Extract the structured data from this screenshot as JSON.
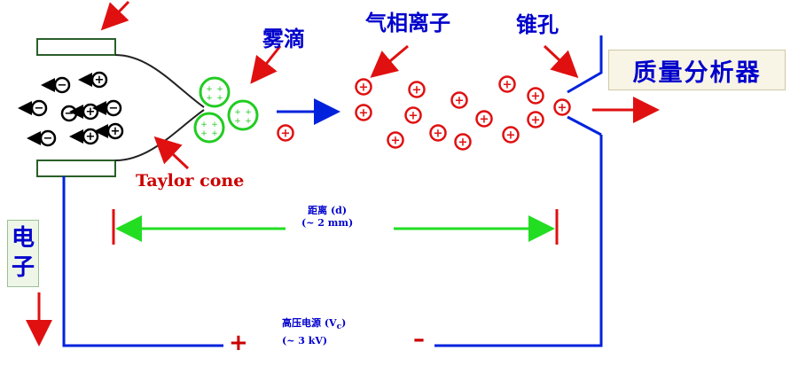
{
  "labels": {
    "droplet": "雾滴",
    "gas_ions": "气相离子",
    "cone_orifice": "锥孔",
    "mass_analyzer": "质量分析器",
    "taylor_cone": "Taylor cone",
    "electron_char1": "电",
    "electron_char2": "子",
    "distance_line1": "距离 (d)",
    "distance_line2": "(~ 2 mm)",
    "voltage_prefix": "高压电源 (V",
    "voltage_sub": "c",
    "voltage_suffix": ")",
    "voltage_line2": "(~ 3 kV)",
    "plus": "+",
    "minus": "–"
  },
  "colors": {
    "wire": "#0022dd",
    "arrow_red": "#e01010",
    "ion_red": "#e01010",
    "droplet_green": "#22cc22",
    "distance_arrow": "#22dd22",
    "negative_ion": "#000000"
  },
  "symbols": {
    "positive": "+",
    "negative": "−"
  }
}
